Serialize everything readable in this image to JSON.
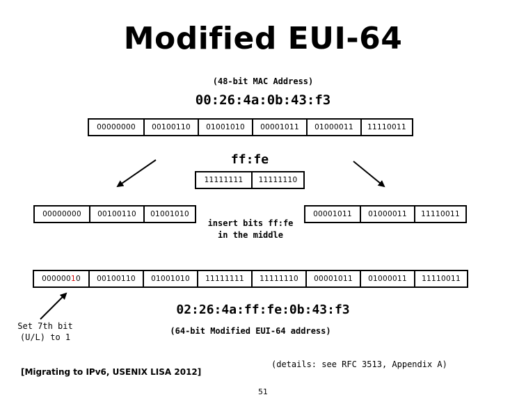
{
  "title": "Modified EUI-64",
  "mac_caption": "(48-bit MAC Address)",
  "mac_address": "00:26:4a:0b:43:f3",
  "mac_bytes": [
    "00000000",
    "00100110",
    "01001010",
    "00001011",
    "01000011",
    "11110011"
  ],
  "insert_label": "ff:fe",
  "insert_bytes": [
    "11111111",
    "11111110"
  ],
  "left_bytes": [
    "00000000",
    "00100110",
    "01001010"
  ],
  "right_bytes": [
    "00001011",
    "01000011",
    "11110011"
  ],
  "insert_note_line1": "insert bits ff:fe",
  "insert_note_line2": "in the middle",
  "result_bytes": [
    "00000010",
    "00100110",
    "01001010",
    "11111111",
    "11111110",
    "00001011",
    "01000011",
    "11110011"
  ],
  "result_first_byte_prefix": "000000",
  "result_first_byte_flipped": "1",
  "result_first_byte_suffix": "0",
  "result_address": "02:26:4a:ff:fe:0b:43:f3",
  "result_caption": "(64-bit Modified EUI-64 address)",
  "bit_note_line1": "Set 7th bit",
  "bit_note_line2": "(U/L) to 1",
  "details": "(details: see RFC 3513, Appendix A)",
  "citation": "[Migrating to IPv6, USENIX LISA 2012]",
  "page_number": "51",
  "colors": {
    "flipped_bit": "#d40000"
  }
}
